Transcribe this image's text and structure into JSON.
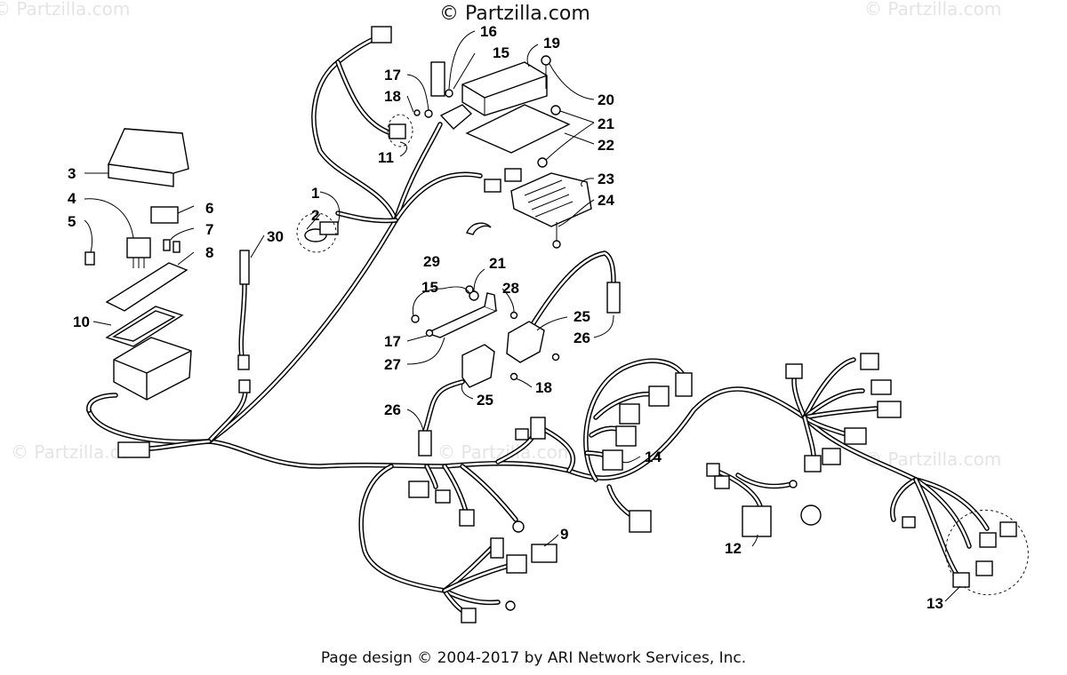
{
  "header": {
    "brand": "© Partzilla.com"
  },
  "watermarks": [
    "© Partzilla.com",
    "© Partzilla.com",
    "© Partzilla.com",
    "© Partzilla.com",
    "© Partzilla.com",
    "© Partzilla.com"
  ],
  "footer": {
    "text": "Page design © 2004-2017 by ARI Network Services, Inc."
  },
  "callouts": [
    "1",
    "2",
    "3",
    "4",
    "5",
    "6",
    "7",
    "8",
    "9",
    "10",
    "11",
    "12",
    "13",
    "14",
    "15",
    "15",
    "16",
    "17",
    "17",
    "18",
    "18",
    "19",
    "20",
    "21",
    "21",
    "22",
    "23",
    "24",
    "25",
    "25",
    "26",
    "26",
    "27",
    "28",
    "29",
    "30"
  ]
}
